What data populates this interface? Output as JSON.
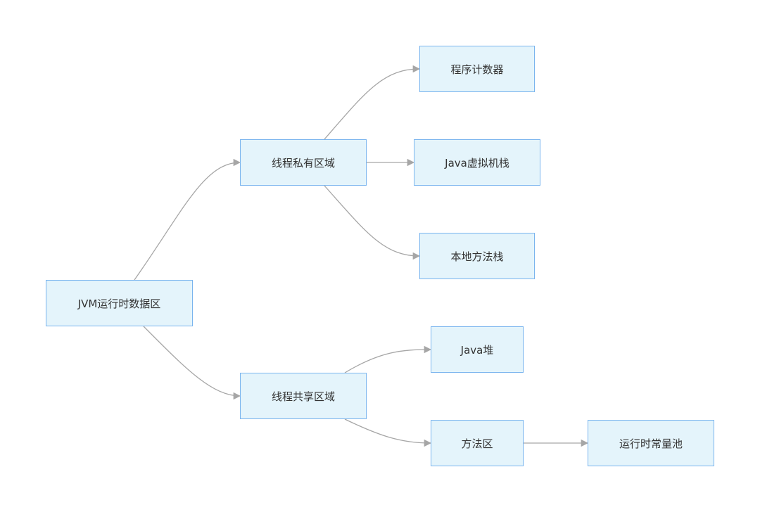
{
  "diagram": {
    "nodes": [
      {
        "id": "root",
        "label": "JVM运行时数据区"
      },
      {
        "id": "private",
        "label": "线程私有区域"
      },
      {
        "id": "shared",
        "label": "线程共享区域"
      },
      {
        "id": "pc",
        "label": "程序计数器"
      },
      {
        "id": "vmstack",
        "label": "Java虚拟机栈"
      },
      {
        "id": "native",
        "label": "本地方法栈"
      },
      {
        "id": "heap",
        "label": "Java堆"
      },
      {
        "id": "method",
        "label": "方法区"
      },
      {
        "id": "constpool",
        "label": "运行时常量池"
      }
    ],
    "edges": [
      {
        "from": "root",
        "to": "private"
      },
      {
        "from": "root",
        "to": "shared"
      },
      {
        "from": "private",
        "to": "pc"
      },
      {
        "from": "private",
        "to": "vmstack"
      },
      {
        "from": "private",
        "to": "native"
      },
      {
        "from": "shared",
        "to": "heap"
      },
      {
        "from": "shared",
        "to": "method"
      },
      {
        "from": "method",
        "to": "constpool"
      }
    ],
    "colors": {
      "node_fill": "#e4f4fb",
      "node_border": "#79b4ee",
      "edge": "#a6a6a6",
      "text": "#333333"
    }
  }
}
